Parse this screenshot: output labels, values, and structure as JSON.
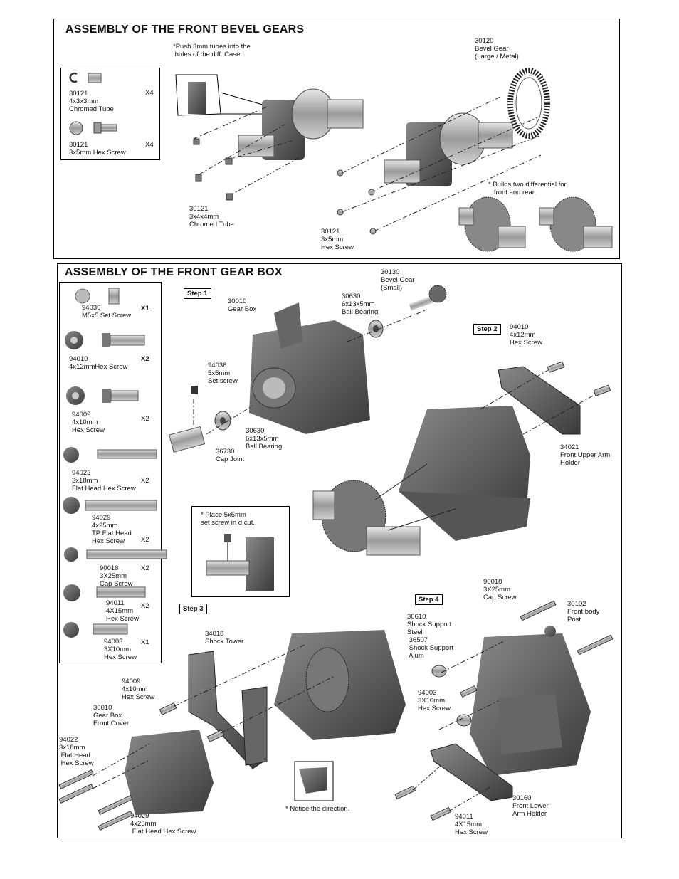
{
  "panel1": {
    "title": "ASSEMBLY OF THE FRONT  BEVEL GEARS",
    "note_tubes": "*Push 3mm tubes into the\n holes of the diff. Case.",
    "note_builds": "* Builds two differential for\n   front and rear.",
    "parts_box": [
      {
        "code": "30121",
        "desc": "4x3x3mm\nChromed Tube",
        "qty": "X4",
        "icon": "tube-icon"
      },
      {
        "code": "30121",
        "desc": "3x5mm Hex Screw",
        "qty": "X4",
        "icon": "hex-screw-icon"
      }
    ],
    "labels": {
      "bevel_gear": "30120\nBevel Gear\n(Large / Metal)",
      "chromed_tube": "30121\n3x4x4mm\nChromed Tube",
      "hex_screw": "30121\n3x5mm\nHex Screw"
    }
  },
  "panel2": {
    "title": "ASSEMBLY OF THE FRONT GEAR BOX",
    "steps": [
      "Step 1",
      "Step 2",
      "Step 3",
      "Step 4"
    ],
    "parts_box": [
      {
        "text": "94036\nM5x5 Set Screw",
        "qty": "X1",
        "bold": true
      },
      {
        "text": "94010\n4x12mmHex Screw",
        "qty": "X2",
        "bold": true
      },
      {
        "text": "94009\n4x10mm\nHex Screw",
        "qty": "X2"
      },
      {
        "text": "94022\n3x18mm\nFlat Head Hex Screw",
        "qty": "X2"
      },
      {
        "text": "94029\n4x25mm\nTP Flat Head\nHex Screw",
        "qty": "X2"
      },
      {
        "text": "90018\n3X25mm\nCap Screw",
        "qty": "X2"
      },
      {
        "text": "94011\n4X15mm\nHex Screw",
        "qty": "X2"
      },
      {
        "text": "94003\n3X10mm\nHex Screw",
        "qty": "X1"
      }
    ],
    "note_setscrew": "* Place 5x5mm\nset screw in d cut.",
    "note_direction": "* Notice the direction.",
    "labels": {
      "bevel_small": "30130\nBevel Gear\n(Small)",
      "bearing_top": "30630\n6x13x5mm\nBall Bearing",
      "gear_box": "30010\nGear Box",
      "set_screw": "94036\n5x5mm\nSet screw",
      "bearing_mid": "30630\n6x13x5mm\nBall Bearing",
      "cap_joint": "36730\nCap Joint",
      "hex_screw_s2": "94010\n4x12mm\nHex Screw",
      "upper_arm": "34021\nFront Upper Arm\nHolder",
      "shock_tower": "34018\nShock Tower",
      "hex_4x10": "94009\n4x10mm\nHex Screw",
      "gb_cover": "30010\nGear Box\nFront Cover",
      "flat_3x18": "94022\n3x18mm\n Flat Head\n Hex Screw",
      "flat_4x25": "94029\n4x25mm\n Flat Head Hex Screw",
      "cap_3x25": "90018\n3X25mm\nCap Screw",
      "body_post": "30102\nFront body\nPost",
      "shock_support": "36610\nShock Support\nSteel\n 36507\n Shock Support\n Alum",
      "hex_3x10": "94003\n3X10mm\nHex Screw",
      "lower_arm": "30160\nFront Lower\nArm Holder",
      "hex_4x15": "94011\n4X15mm\nHex Screw"
    }
  }
}
